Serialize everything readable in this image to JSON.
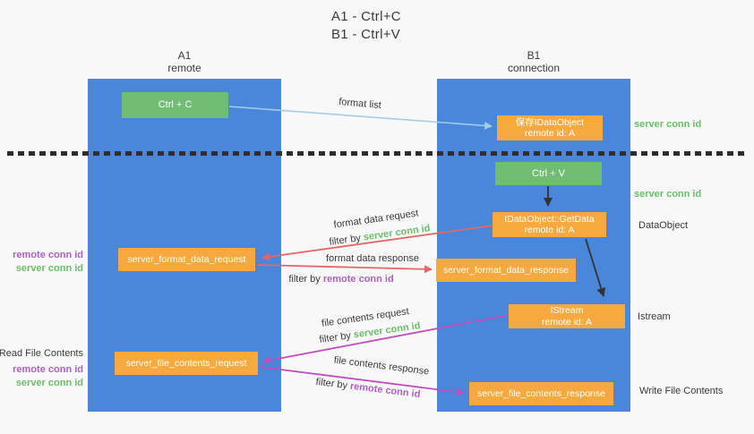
{
  "title": {
    "line1": "A1 - Ctrl+C",
    "line2": "B1 - Ctrl+V"
  },
  "lanes": [
    {
      "name": "A1",
      "subtitle": "remote"
    },
    {
      "name": "B1",
      "subtitle": "connection"
    }
  ],
  "nodes": {
    "ctrl_c": "Ctrl + C",
    "ctrl_v": "Ctrl + V",
    "save_idataobject": {
      "line1": "保存IDataObject",
      "line2": "remote id: A"
    },
    "getdata": {
      "line1": "IDataObject::GetData",
      "line2": "remote id: A"
    },
    "istream": {
      "line1": "IStream",
      "line2": "remote id: A"
    },
    "server_format_data_request": "server_format_data_request",
    "server_format_data_response": "server_format_data_response",
    "server_file_contents_request": "server_file_contents_request",
    "server_file_contents_response": "server_file_contents_response"
  },
  "side_labels": {
    "server_conn_id": "server conn id",
    "remote_conn_id": "remote conn id",
    "dataobject": "DataObject",
    "istream": "Istream",
    "read_file_contents": "Read File Contents",
    "write_file_contents": "Write File Contents"
  },
  "arrow_labels": {
    "format_list": "format list",
    "format_data_request": "format data request",
    "format_data_response": "format data response",
    "file_contents_request": "file contents request",
    "file_contents_response": "file contents response",
    "filter_by": "filter by"
  },
  "colors": {
    "lane_blue": "#4a86d9",
    "box_orange": "#f6a93f",
    "box_green": "#6fbe74",
    "green_text": "#6abe69",
    "purple_text": "#b05fc4",
    "red_arrow": "#e66666",
    "magenta_arrow": "#bf4fbf",
    "light_blue_arrow": "#a4cbe8",
    "black_arrow": "#333333",
    "background": "#f8f8f8"
  }
}
